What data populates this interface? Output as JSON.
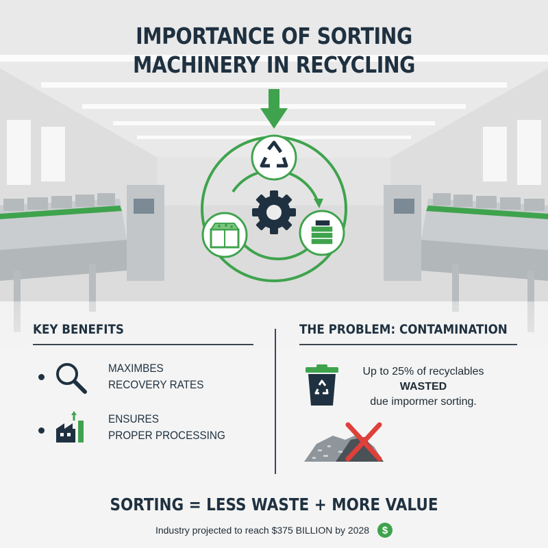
{
  "header": {
    "title_line1": "IMPORTANCE OF SORTING",
    "title_line2": "MACHINERY IN RECYCLING"
  },
  "diagram": {
    "icons": [
      "recycle-icon",
      "gear-icon",
      "sorted-bin-icon",
      "stacked-blocks-icon",
      "arrow-down-icon"
    ]
  },
  "benefits": {
    "heading": "KEY BENEFITS",
    "items": [
      {
        "icon": "magnifier-icon",
        "line1": "MAXIMBES",
        "line2": "RECOVERY RATES"
      },
      {
        "icon": "factory-icon",
        "line1": "ENSURES",
        "line2": "PROPER PROCESSING"
      }
    ]
  },
  "problem": {
    "heading": "THE PROBLEM: CONTAMINATION",
    "line1": "Up to 25% of recyclables",
    "line2": "WASTED",
    "line3": "due impormer sorting.",
    "icons": [
      "recycling-bin-icon",
      "contaminated-debris-icon"
    ]
  },
  "footer": {
    "tagline": "SORTING = LESS WASTE + MORE VALUE",
    "note": "Industry projected to reach $375 BILLION by 2028",
    "badge": "$"
  },
  "colors": {
    "accent_green": "#3fa34d",
    "dark_text": "#1f3140",
    "warning_red": "#e0403a"
  }
}
